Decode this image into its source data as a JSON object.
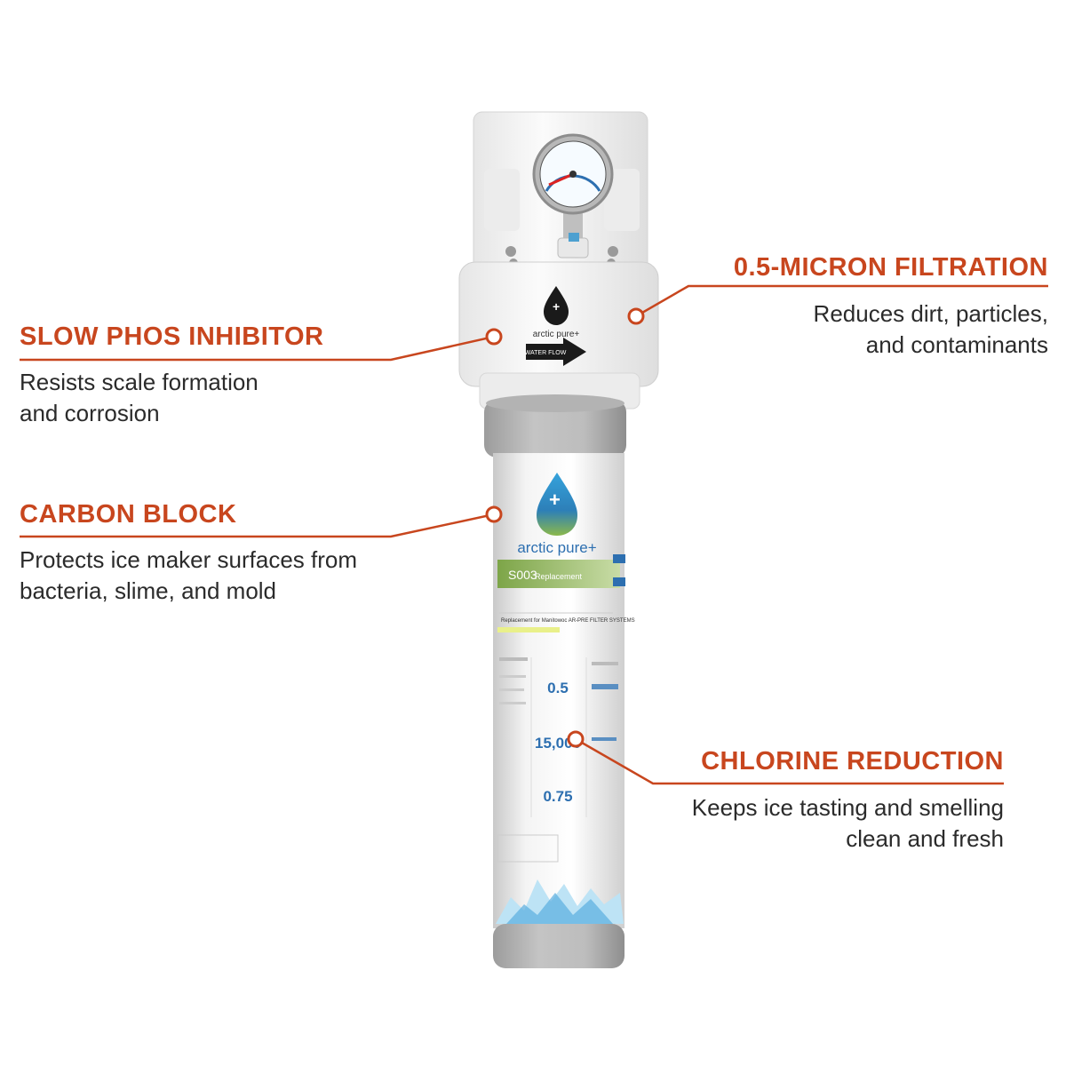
{
  "colors": {
    "accent": "#c8461e",
    "text": "#2b2b2b"
  },
  "product": {
    "brand": "arctic pure+",
    "head_brand": "arctic pure+",
    "flow_label": "WATER FLOW",
    "model_code": "S003",
    "model_text": "Replacement",
    "label_heading": "Replacement for Manitowoc AR-PRE FILTER SYSTEMS",
    "micron_value": "0.5",
    "chlorine_value": "15,000",
    "flow_value": "0.75"
  },
  "callouts": {
    "slow_phos": {
      "title": "SLOW PHOS INHIBITOR",
      "line1": "Resists scale formation",
      "line2": "and corrosion"
    },
    "carbon": {
      "title": "CARBON BLOCK",
      "line1": "Protects ice maker surfaces from",
      "line2": "bacteria, slime, and mold"
    },
    "micron": {
      "title": "0.5-MICRON FILTRATION",
      "line1": "Reduces dirt, particles,",
      "line2": "and contaminants"
    },
    "chlorine": {
      "title": "CHLORINE REDUCTION",
      "line1": "Keeps ice tasting and smelling",
      "line2": "clean and fresh"
    }
  }
}
